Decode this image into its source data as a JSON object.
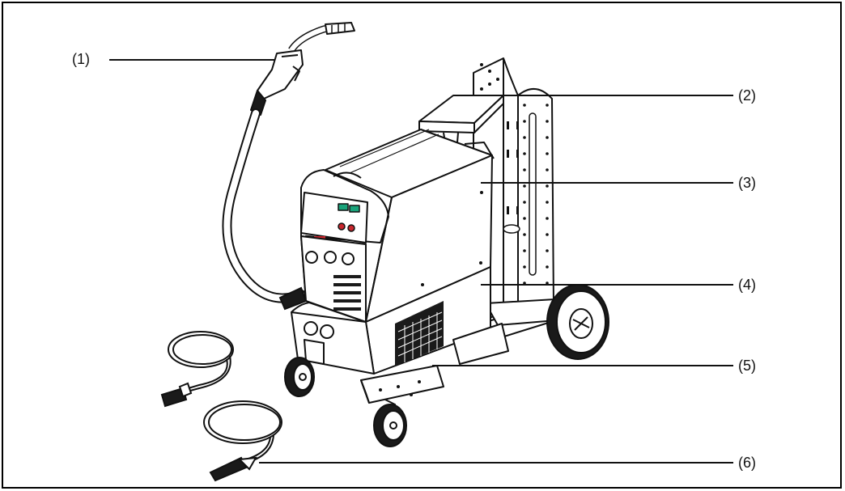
{
  "figure": {
    "callouts": [
      {
        "id": "1",
        "text": "(1)"
      },
      {
        "id": "2",
        "text": "(2)"
      },
      {
        "id": "3",
        "text": "(3)"
      },
      {
        "id": "4",
        "text": "(4)"
      },
      {
        "id": "5",
        "text": "(5)"
      },
      {
        "id": "6",
        "text": "(6)"
      }
    ]
  },
  "colors": {
    "line": "#111111",
    "display_green": "#19a37a",
    "knob_red": "#c8262d",
    "dark_fill": "#1a1a1a"
  }
}
